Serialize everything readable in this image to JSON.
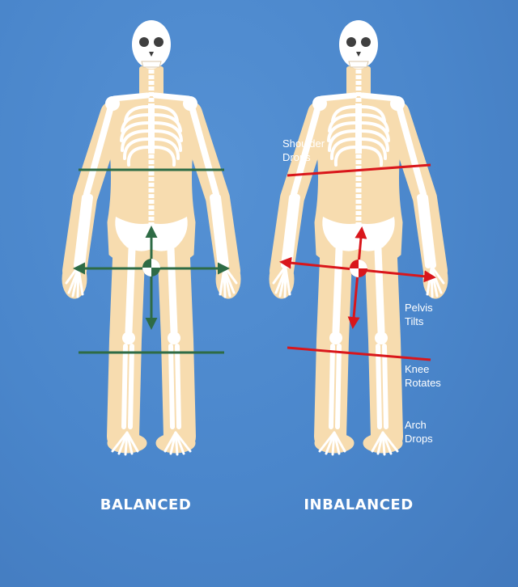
{
  "figures": {
    "balanced": {
      "label": "BALANCED",
      "line_color": "#2e6b45"
    },
    "inbalanced": {
      "label": "INBALANCED",
      "line_color": "#d9161b"
    }
  },
  "annotations": {
    "shoulder": [
      "Shoulder",
      "Drops"
    ],
    "pelvis": [
      "Pelvis",
      "Tilts"
    ],
    "knee": [
      "Knee",
      "Rotates"
    ],
    "arch": [
      "Arch",
      "Drops"
    ]
  },
  "colors": {
    "background": "#4a86cb",
    "body_fill": "#f7dcaf",
    "bone": "#ffffff",
    "text": "#ffffff"
  }
}
